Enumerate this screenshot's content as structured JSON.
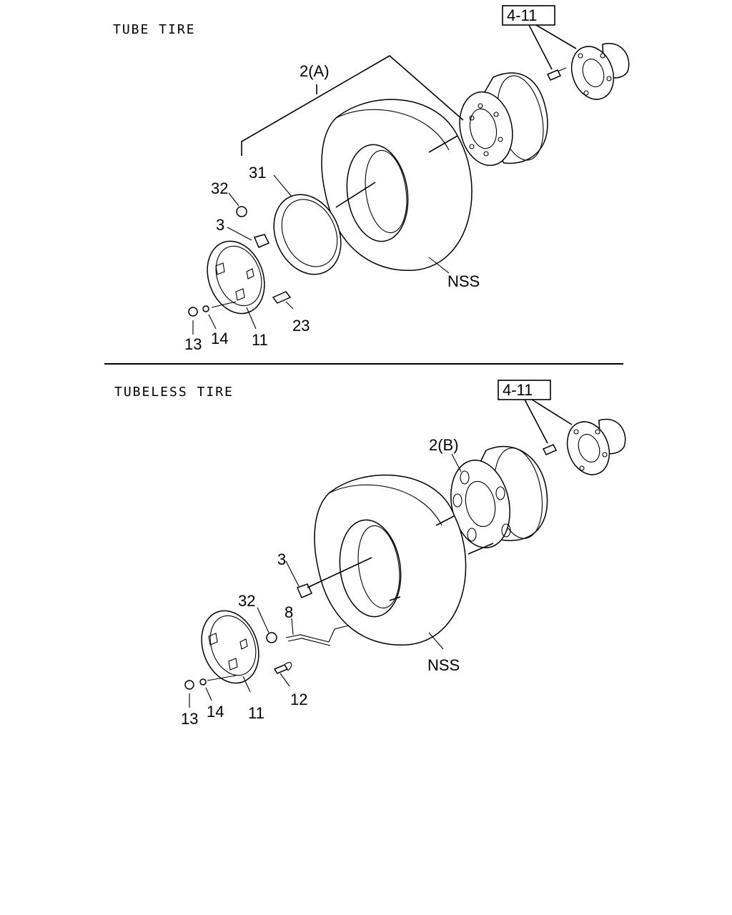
{
  "sections": {
    "tube": {
      "title": "TUBE TIRE",
      "ref_box": "4-11",
      "labels": {
        "assembly": "2(A)",
        "p31": "31",
        "p32": "32",
        "p3": "3",
        "p23": "23",
        "p13": "13",
        "p14": "14",
        "p11": "11",
        "nss": "NSS"
      }
    },
    "tubeless": {
      "title": "TUBELESS TIRE",
      "ref_box": "4-11",
      "labels": {
        "assembly": "2(B)",
        "p3": "3",
        "p32": "32",
        "p8": "8",
        "p12": "12",
        "p13": "13",
        "p14": "14",
        "p11": "11",
        "nss": "NSS"
      }
    }
  }
}
